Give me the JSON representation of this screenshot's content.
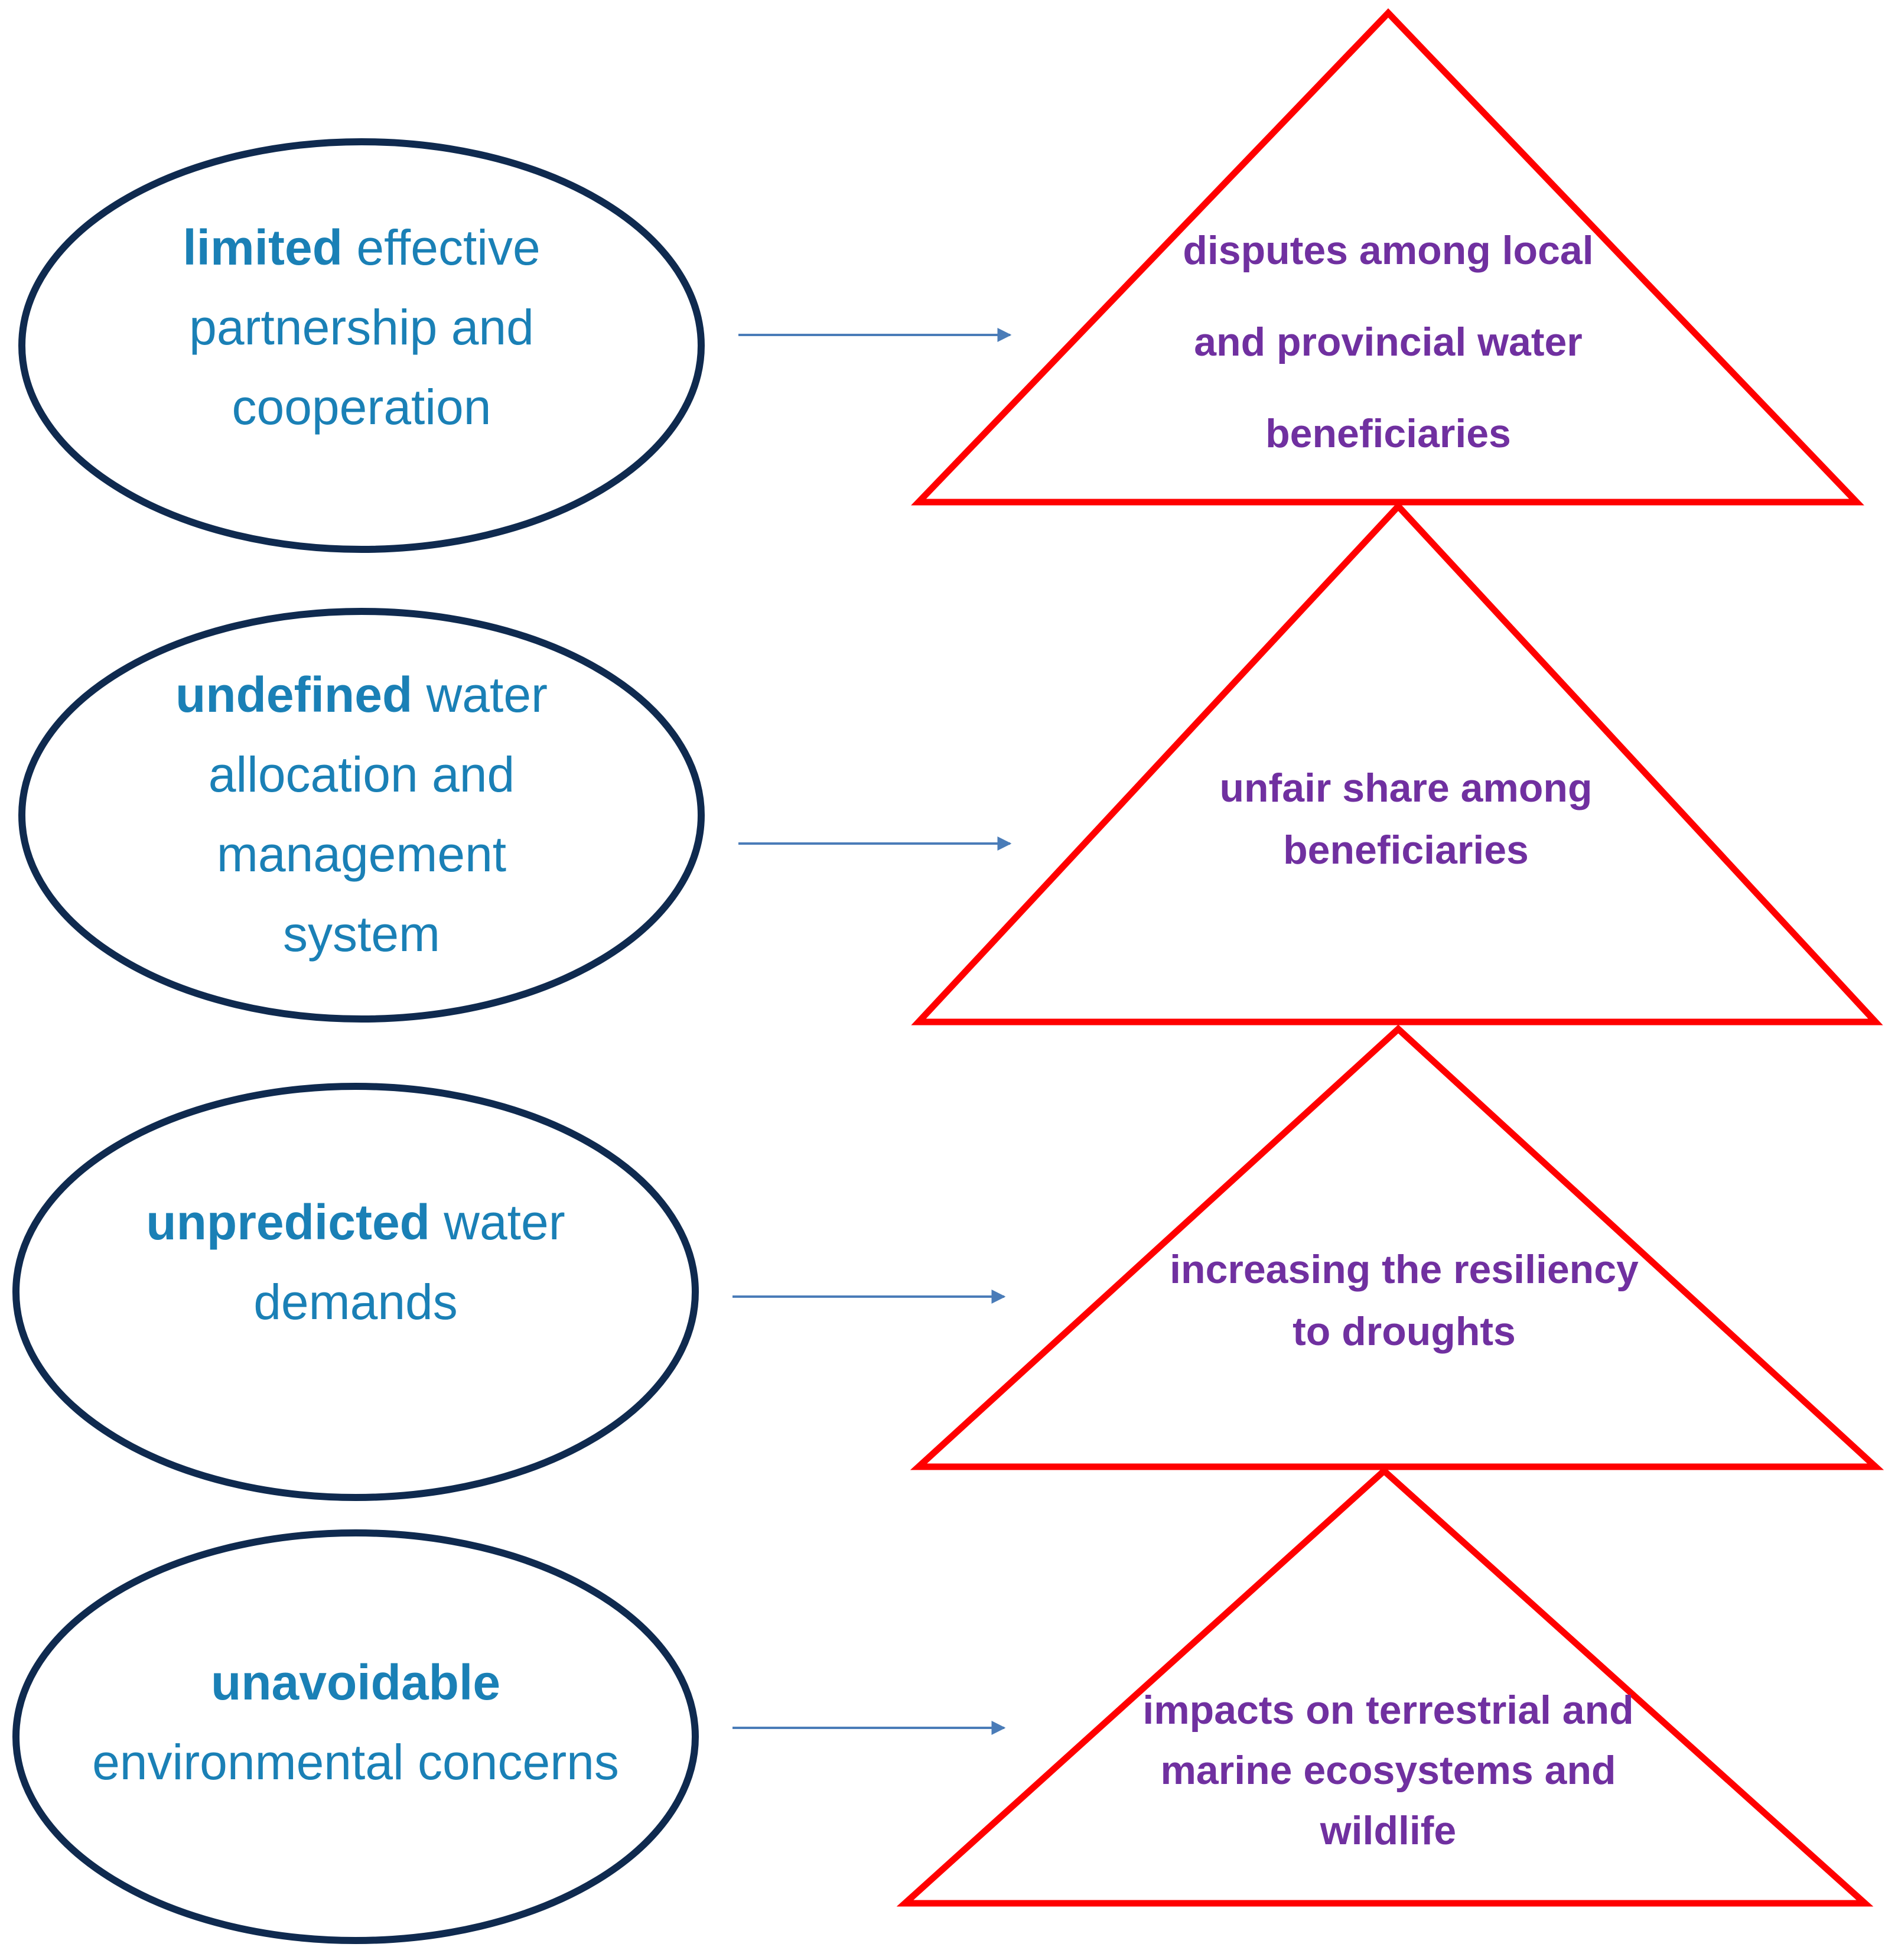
{
  "colors": {
    "ellipse_stroke": "#0f2a4f",
    "ellipse_text": "#1a80b6",
    "triangle_stroke": "#ff0000",
    "triangle_text": "#7030a0",
    "arrow": "#4a7cb8"
  },
  "causes": [
    {
      "bold": "limited",
      "lines": [
        "limited effective",
        "partnership and",
        "cooperation"
      ]
    },
    {
      "bold": "undefined",
      "lines": [
        "undefined water",
        "allocation and",
        "management",
        "system"
      ]
    },
    {
      "bold": "unpredicted",
      "lines": [
        "unpredicted water",
        "demands"
      ]
    },
    {
      "bold": "unavoidable",
      "lines": [
        "unavoidable",
        "environmental concerns"
      ]
    }
  ],
  "effects": [
    {
      "lines": [
        "disputes among local",
        "and provincial water",
        "beneficiaries"
      ]
    },
    {
      "lines": [
        "unfair share among",
        "beneficiaries"
      ]
    },
    {
      "lines": [
        "increasing the resiliency",
        "to droughts"
      ]
    },
    {
      "lines": [
        "impacts on terrestrial and",
        "marine ecosystems and",
        "wildlife"
      ]
    }
  ]
}
